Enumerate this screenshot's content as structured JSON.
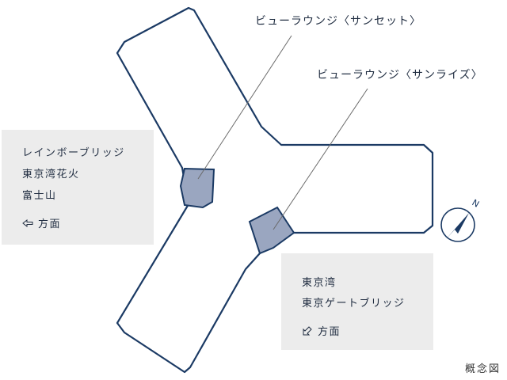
{
  "callouts": {
    "sunset": "ビューラウンジ〈サンセット〉",
    "sunrise": "ビューラウンジ〈サンライズ〉"
  },
  "left_panel": {
    "lines": [
      "レインボーブリッジ",
      "東京湾花火",
      "富士山"
    ],
    "direction_label": "方面",
    "arrow_icon": "left-arrow-icon"
  },
  "right_panel": {
    "lines": [
      "東京湾",
      "東京ゲートブリッジ"
    ],
    "direction_label": "方面",
    "arrow_icon": "down-left-arrow-icon"
  },
  "compass": {
    "north_label": "N",
    "icon": "compass-icon"
  },
  "caption": "概念図",
  "colors": {
    "outline": "#1b3a64",
    "lounge_fill": "#9aa6c0",
    "panel_bg": "#ececec",
    "leader_line": "#6a6a6a"
  }
}
